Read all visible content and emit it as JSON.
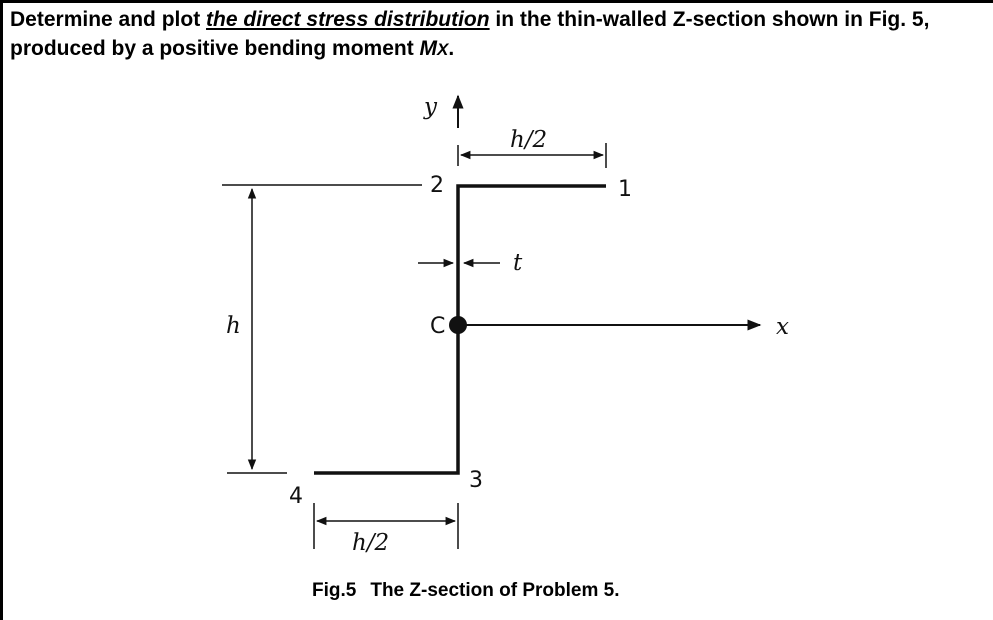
{
  "problem": {
    "part1": "Determine and plot ",
    "emphasis": "the direct stress distribution",
    "part2": " in the thin-walled Z-section shown in Fig. 5, produced by a positive bending moment ",
    "moment_symbol": "M",
    "moment_subscript": "X",
    "end": "."
  },
  "figure": {
    "axis_y": "y",
    "axis_x": "x",
    "point_1": "1",
    "point_2": "2",
    "point_3": "3",
    "point_4": "4",
    "centroid": "C",
    "dim_top_flange": "h/2",
    "dim_bottom_flange": "h/2",
    "dim_height": "h",
    "dim_thickness": "t"
  },
  "caption": {
    "label": "Fig.5",
    "text": "The Z-section of Problem 5."
  }
}
